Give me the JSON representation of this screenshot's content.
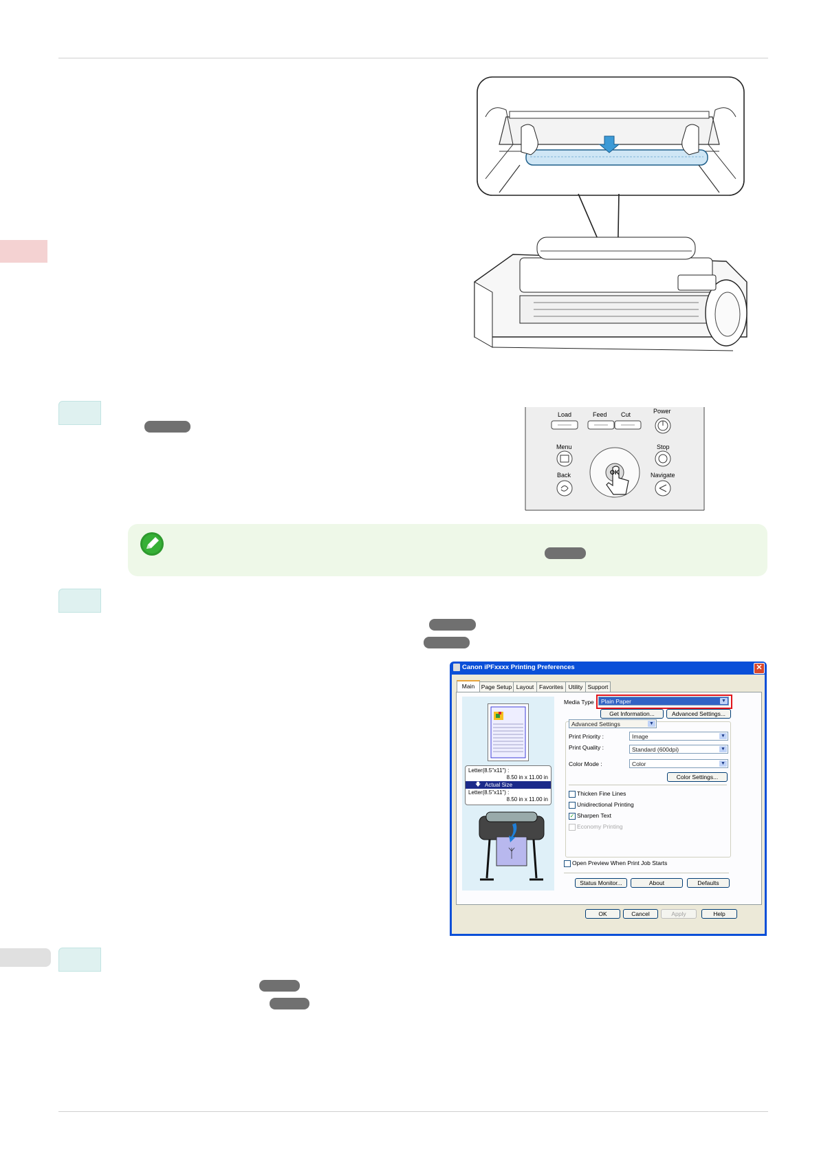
{
  "panel": {
    "buttons": {
      "load": "Load",
      "feed": "Feed",
      "cut": "Cut",
      "power": "Power",
      "menu": "Menu",
      "stop": "Stop",
      "back": "Back",
      "navigate": "Navigate",
      "ok": "OK"
    }
  },
  "dialog": {
    "title": "Canon iPFxxxx Printing Preferences",
    "close_glyph": "✕",
    "tabs": [
      "Main",
      "Page Setup",
      "Layout",
      "Favorites",
      "Utility",
      "Support"
    ],
    "media_type_label": "Media Type :",
    "media_type_value": "Plain Paper",
    "get_information": "Get Information...",
    "advanced_settings_btn": "Advanced Settings...",
    "settings_mode": "Advanced Settings",
    "print_priority_label": "Print Priority :",
    "print_priority_value": "Image",
    "print_quality_label": "Print Quality :",
    "print_quality_value": "Standard (600dpi)",
    "color_mode_label": "Color Mode :",
    "color_mode_value": "Color",
    "color_settings_btn": "Color Settings...",
    "checkboxes": [
      {
        "label": "Thicken Fine Lines",
        "checked": false,
        "disabled": false
      },
      {
        "label": "Unidirectional Printing",
        "checked": false,
        "disabled": false
      },
      {
        "label": "Sharpen Text",
        "checked": true,
        "disabled": false
      },
      {
        "label": "Economy Printing",
        "checked": false,
        "disabled": true
      }
    ],
    "open_preview": "Open Preview When Print Job Starts",
    "preview_size_1_name": "Letter(8.5\"x11\") :",
    "preview_size_1_dims": "8.50 in x 11.00 in",
    "preview_actual_size": "Actual Size",
    "preview_size_2_name": "Letter(8.5\"x11\") :",
    "preview_size_2_dims": "8.50 in x 11.00 in",
    "status_monitor": "Status Monitor...",
    "about": "About",
    "defaults": "Defaults",
    "ok": "OK",
    "cancel": "Cancel",
    "apply": "Apply",
    "help": "Help"
  },
  "colors": {
    "note_bg": "#eef8e8",
    "step_bg": "#dff1f0",
    "side_tab": "#f4d2d2",
    "dialog_blue": "#0a4fd8",
    "highlight_red": "#e0141a"
  }
}
